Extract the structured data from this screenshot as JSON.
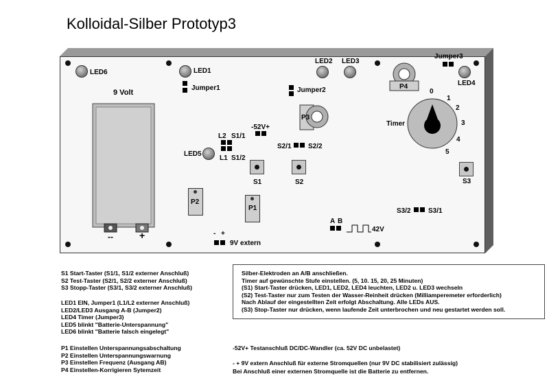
{
  "title": "Kolloidal-Silber Prototyp3",
  "board": {
    "battery_label": "9 Volt",
    "battery_minus": "--",
    "battery_plus": "+",
    "leds": {
      "led1": "LED1",
      "led2": "LED2",
      "led3": "LED3",
      "led4": "LED4",
      "led5": "LED5",
      "led6": "LED6"
    },
    "jumpers": {
      "jumper1": "Jumper1",
      "jumper2": "Jumper2",
      "jumper3": "Jumper3"
    },
    "pots": {
      "p1": "P1",
      "p2": "P2",
      "p3": "P3",
      "p4": "P4"
    },
    "switches": {
      "s1": "S1",
      "s2": "S2",
      "s3": "S3"
    },
    "connectors": {
      "l2": "L2",
      "s1_1": "S1/1",
      "l1": "L1",
      "s1_2": "S1/2",
      "test": "-52V+",
      "s2_1": "S2/1",
      "s2_2": "S2/2",
      "s3_2": "S3/2",
      "s3_1": "S3/1",
      "a": "A",
      "b": "B",
      "pulse": "42V",
      "ext_minus": "-",
      "ext_plus": "+",
      "ext_label": "9V extern"
    },
    "timer": {
      "label": "Timer",
      "numbers": [
        "0",
        "1",
        "2",
        "3",
        "4",
        "5"
      ]
    }
  },
  "legend_left": [
    [
      "S1  Start-Taster  (S1/1, S1/2 externer Anschluß)",
      "S2  Test-Taster   (S2/1, S2/2 externer Anschluß)",
      "S3  Stopp-Taster  (S3/1, S3/2 externer Anschluß)"
    ],
    [
      "LED1  EIN,  Jumper1 (L1/L2 externer Anschluß)",
      "LED2/LED3  Ausgang A-B (Jumper2)",
      "LED4  Timer (Jumper3)",
      "LED5  blinkt \"Batterie-Unterspannung\"",
      "LED6  blinkt \"Batterie falsch eingelegt\""
    ],
    [
      "P1  Einstellen Unterspannungsabschaltung",
      "P2  Einstellen Unterspannungswarnung",
      "P3  Einstellen Frequenz (Ausgang AB)",
      "P4  Einstellen-Korrigieren  Sytemzeit"
    ]
  ],
  "info_box": [
    "Silber-Elektroden an A/B anschließen.",
    "Timer auf gewünschte Stufe einstellen. (5, 10. 15, 20, 25 Minuten)",
    "(S1) Start-Taster drücken, LED1, LED2, LED4 leuchten, LED2 u. LED3 wechseln",
    "(S2) Test-Taster nur zum Testen der Wasser-Reinheit drücken (Milliamperemeter erforderlich)",
    "Nach Ablauf der eingestellten Zeit erfolgt Abschaltung. Alle LEDs AUS.",
    "(S3) Stop-Taster nur drücken, wenn laufende Zeit unterbrochen und neu gestartet werden soll."
  ],
  "bottom_notes": [
    "-52V+   Testanschluß DC/DC-Wandler  (ca. 52V DC unbelastet)",
    "- + 9V extern  Anschluß für externe Stromquellen (nur 9V DC stabilisiert zulässig)",
    "Bei Anschluß einer externen Stromquelle ist die Batterie zu entfernen."
  ]
}
